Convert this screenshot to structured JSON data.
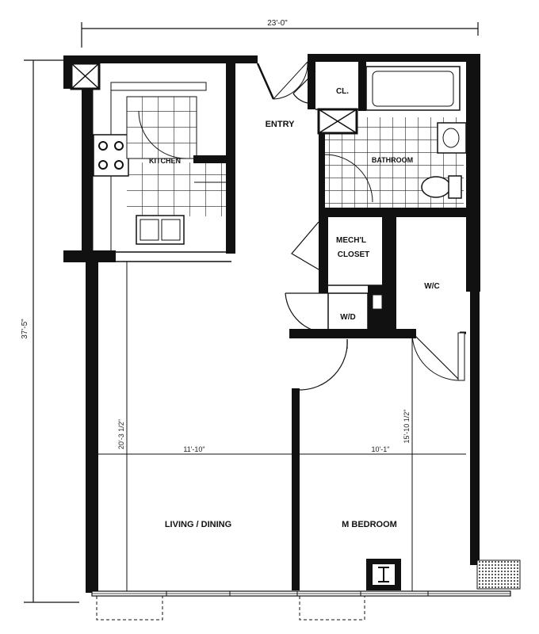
{
  "plan": {
    "overall_width": "23'-0\"",
    "overall_depth": "37'-5\"",
    "rooms": {
      "entry": "ENTRY",
      "closet": "CL.",
      "kitchen": "KITCHEN",
      "bathroom": "BATHROOM",
      "mech_closet_line1": "MECH'L",
      "mech_closet_line2": "CLOSET",
      "walk_in_closet": "W/C",
      "washer_dryer": "W/D",
      "living_dining": "LIVING / DINING",
      "master_bedroom": "M BEDROOM"
    },
    "dimensions": {
      "living_width": "11'-10\"",
      "living_depth": "20'-3 1/2\"",
      "bedroom_width": "10'-1\"",
      "bedroom_depth": "15'-10 1/2\""
    }
  }
}
